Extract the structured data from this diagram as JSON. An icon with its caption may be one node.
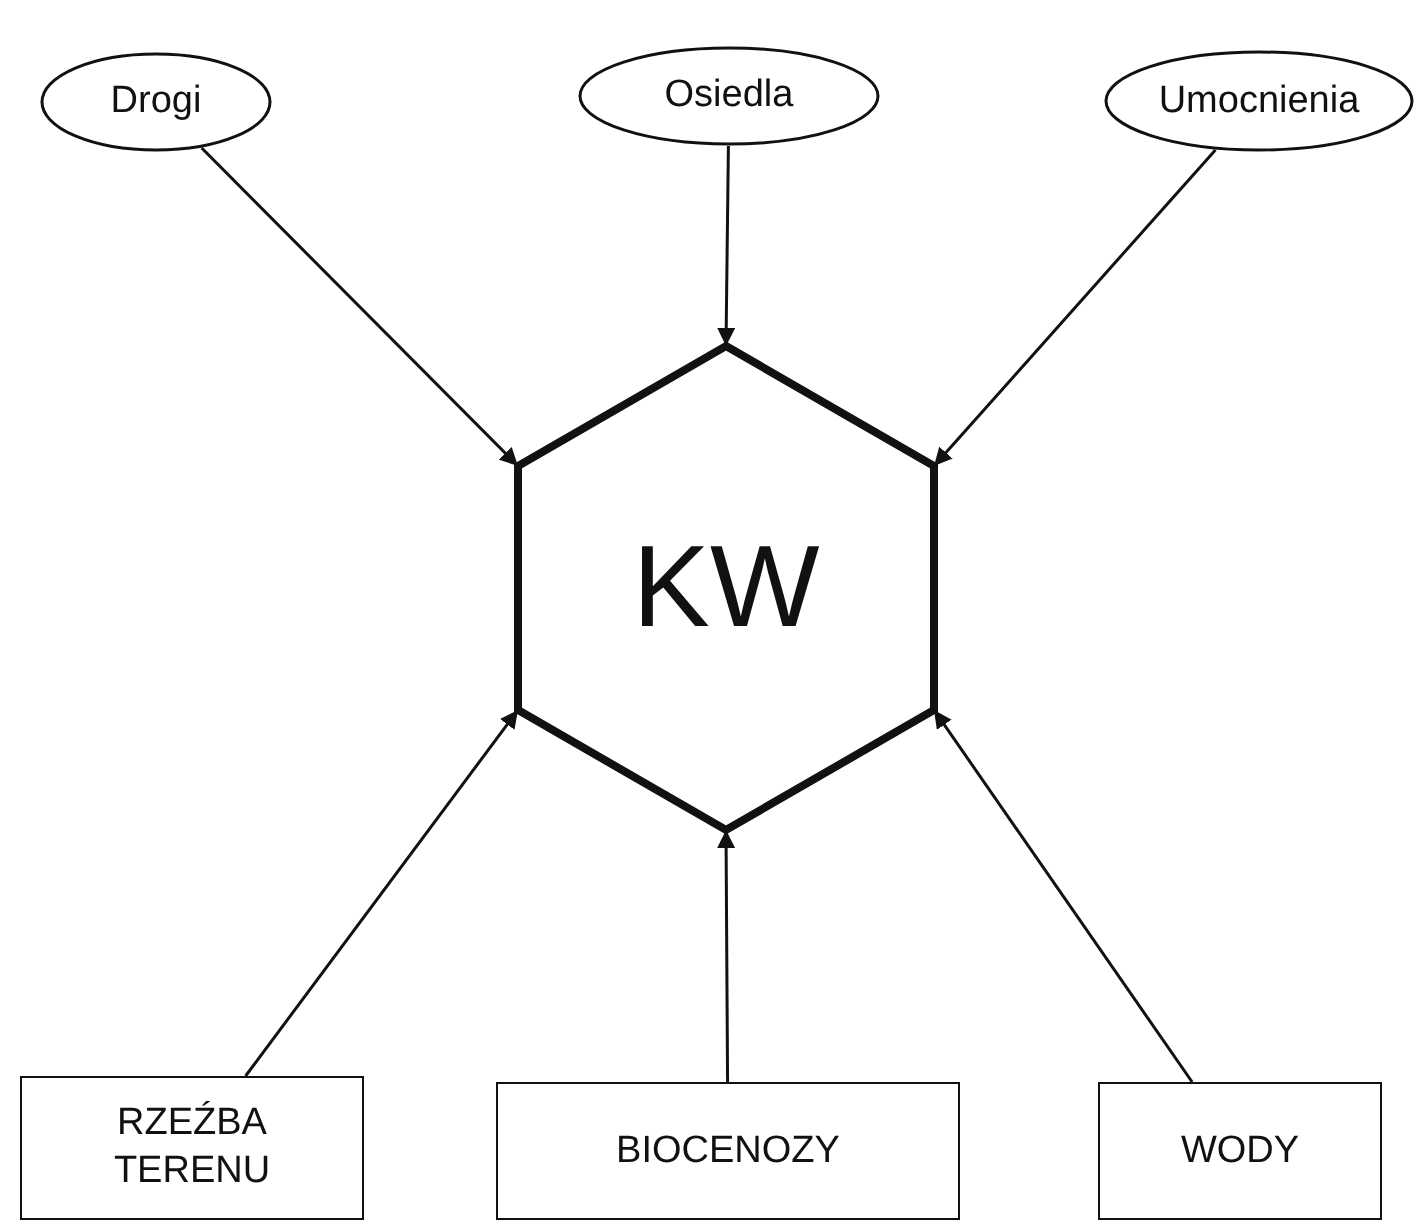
{
  "diagram": {
    "nodes": [
      {
        "text": [
          "Drogi"
        ]
      },
      {
        "text": [
          "Osiedla"
        ]
      },
      {
        "text": [
          "Umocnienia"
        ]
      },
      {
        "text": [
          "KW"
        ]
      },
      {
        "text": [
          "RZEŹBA TERENU"
        ]
      },
      {
        "text": [
          "BIOCENOZY"
        ]
      },
      {
        "text": [
          "WODY"
        ]
      }
    ],
    "edges": [
      {
        "from": 0,
        "to": 3,
        "arrow": "to"
      },
      {
        "from": 1,
        "to": 3,
        "arrow": "to"
      },
      {
        "from": 2,
        "to": 3,
        "arrow": "to"
      },
      {
        "from": 4,
        "to": 3,
        "arrow": "to"
      },
      {
        "from": 5,
        "to": 3,
        "arrow": "to"
      },
      {
        "from": 6,
        "to": 3,
        "arrow": "to"
      }
    ]
  }
}
